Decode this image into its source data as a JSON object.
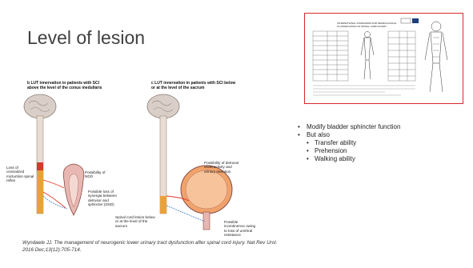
{
  "slide": {
    "title": "Level of lesion"
  },
  "figure": {
    "panel_b": {
      "heading": "b  LUT innervation in patients with SCI above the level of the conus medullaris",
      "labels": [
        "Loss of centralized micturition spinal reflex",
        "Possibility of NDO",
        "Possible loss of synergia between detrusor and sphincter (DSD)"
      ]
    },
    "panel_c": {
      "heading": "c  LUT innervation in patients with SCI below or at the level of the sacrum",
      "labels": [
        "Possibility of detrusor underactivity and urinary retention",
        "Spinal cord lesion below or at the level of the sacrum",
        "Possible incontinence owing to loss of urethral resistance"
      ]
    }
  },
  "citation": "Wyndaele JJ. The management of neurogenic lower urinary tract dysfunction after spinal cord injury. Nat Rev Urol. 2016 Dec;13(12):705-714.",
  "form_image": {
    "title": "INTERNATIONAL STANDARDS FOR NEUROLOGICAL CLASSIFICATION OF SPINAL CORD INJURY"
  },
  "bullets": [
    {
      "text": "Modify bladder sphincter function",
      "sub": []
    },
    {
      "text": "But also",
      "sub": [
        "Transfer ability",
        "Prehension",
        "Walking ability"
      ]
    }
  ],
  "colors": {
    "frame": "#d72a2a",
    "brain": "#d9cfc8",
    "bladder": "#f0a36a",
    "nerve_red": "#e03a2a",
    "nerve_blue": "#3a7bc8"
  }
}
